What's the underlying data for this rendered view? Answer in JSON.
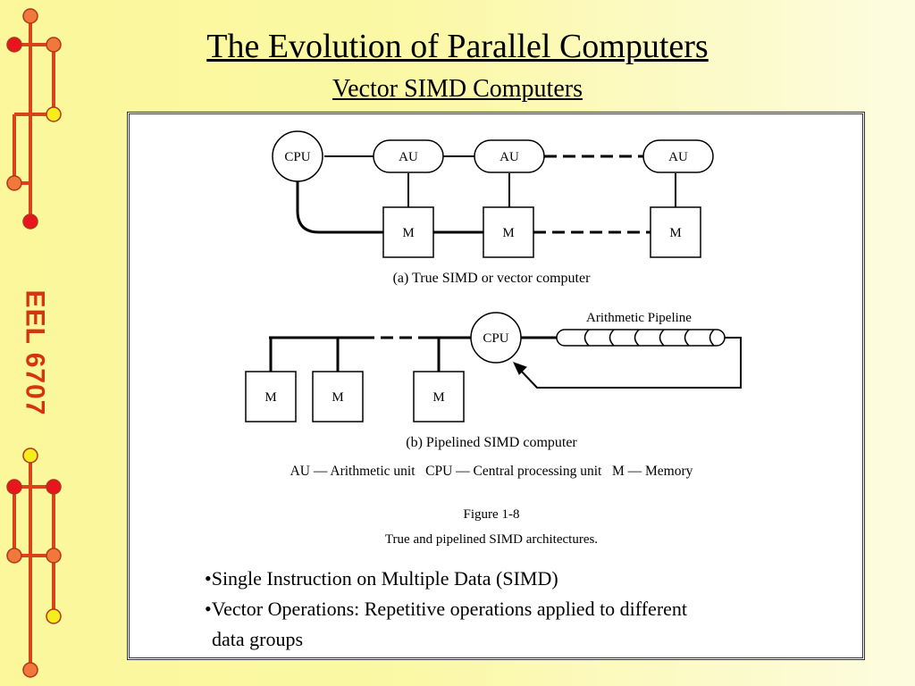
{
  "slide": {
    "title": "The Evolution of Parallel Computers",
    "subtitle": "Vector SIMD Computers",
    "course_code": "EEL 6707"
  },
  "figure": {
    "part_a": {
      "cpu": "CPU",
      "au": "AU",
      "m": "M",
      "caption": "(a) True SIMD or vector computer"
    },
    "part_b": {
      "cpu": "CPU",
      "m": "M",
      "pipeline_label": "Arithmetic Pipeline",
      "caption": "(b) Pipelined SIMD computer"
    },
    "legend": "AU — Arithmetic unit   CPU — Central processing unit   M — Memory",
    "fig_number": "Figure 1-8",
    "fig_caption": "True and pipelined SIMD architectures."
  },
  "bullets": {
    "b1": "•Single Instruction on Multiple Data (SIMD)",
    "b2": "•Vector Operations: Repetitive operations applied to different",
    "b2_cont": "data groups"
  },
  "colors": {
    "node_red": "#e8141e",
    "node_orange": "#f0783a",
    "node_yellow": "#f6ee1a",
    "rail": "#d8441a",
    "course_code": "#d63310"
  }
}
